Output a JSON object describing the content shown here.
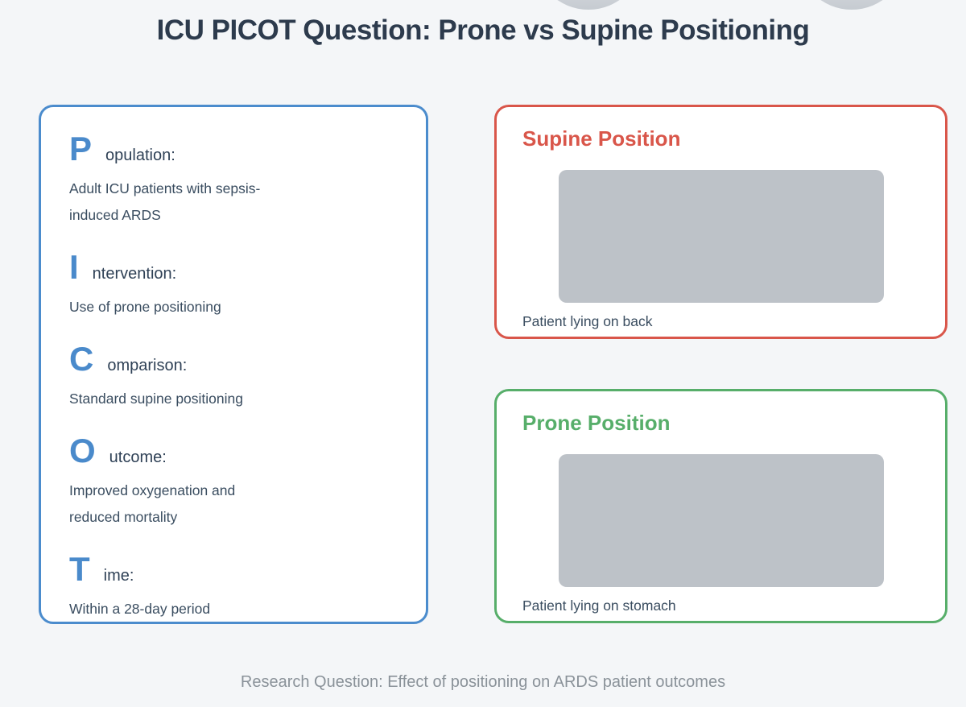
{
  "page": {
    "title": "ICU PICOT Question: Prone vs Supine Positioning",
    "footer": "Research Question: Effect of positioning on ARDS patient outcomes"
  },
  "picot": {
    "items": [
      {
        "letter": "P",
        "label": "opulation:",
        "description": "Adult ICU patients with sepsis-induced ARDS"
      },
      {
        "letter": "I",
        "label": "ntervention:",
        "description": "Use of prone positioning"
      },
      {
        "letter": "C",
        "label": "omparison:",
        "description": "Standard supine positioning"
      },
      {
        "letter": "O",
        "label": "utcome:",
        "description": "Improved oxygenation and reduced mortality"
      },
      {
        "letter": "T",
        "label": "ime:",
        "description": "Within a 28-day period"
      }
    ]
  },
  "panels": {
    "supine": {
      "title": "Supine Position",
      "caption": "Patient lying on back",
      "accent_color": "#d9564a"
    },
    "prone": {
      "title": "Prone Position",
      "caption": "Patient lying on stomach",
      "accent_color": "#57ae6a"
    }
  },
  "colors": {
    "background": "#f4f6f8",
    "title_text": "#2d3b4d",
    "accent_blue": "#4b8ccd",
    "body_text": "#3a4d60",
    "placeholder_gray": "#bdc2c8",
    "footer_gray": "#8a9299",
    "decorative_circle_gray": "#ccd1d7"
  }
}
